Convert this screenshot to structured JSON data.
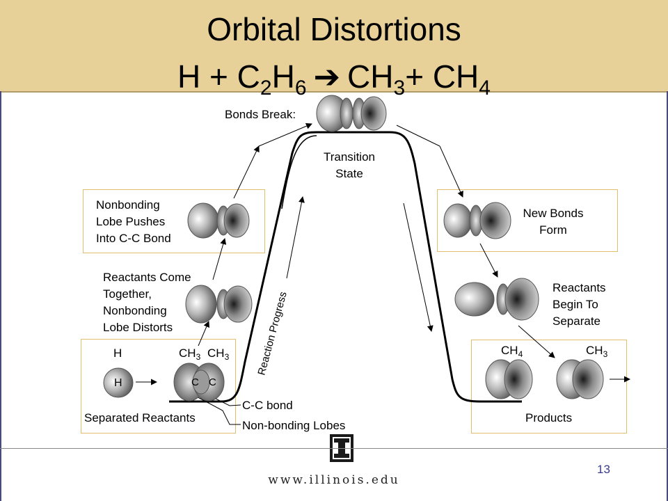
{
  "title": {
    "line1": "Orbital Distortions",
    "eq": {
      "h": "H + C",
      "c_sub": "2",
      "h2": "H",
      "h_sub": "6",
      "arrow": "➔",
      "p1": "CH",
      "p1_sub": "3",
      "plus": "+ CH",
      "p2_sub": "4"
    }
  },
  "labels": {
    "bonds_break": "Bonds Break:",
    "transition_state": "Transition\nState",
    "nonbonding_pushes": "Nonbonding\nLobe Pushes\nInto C-C Bond",
    "reactants_come": "Reactants Come\nTogether,\nNonbonding\nLobe Distorts",
    "new_bonds": "New Bonds\nForm",
    "begin_separate": "Reactants\nBegin To\nSeparate",
    "reaction_progress": "Reaction Progress",
    "h_top": "H",
    "h_atom": "H",
    "ch3_a": "CH",
    "ch3_a_sub": "3",
    "ch3_b": "CH",
    "ch3_b_sub": "3",
    "c1": "C",
    "c2": "C",
    "separated_reactants": "Separated Reactants",
    "cc_bond": "C-C bond",
    "nonbonding_lobes": "Non-bonding Lobes",
    "ch4": "CH",
    "ch4_sub": "4",
    "ch3_prod": "CH",
    "ch3_prod_sub": "3",
    "products": "Products"
  },
  "colors": {
    "header_bg": "#e8d198",
    "box_border": "#e3bd6e",
    "page_number": "#3a3a8a"
  },
  "logo": {
    "glyph": "I",
    "name": "illinois-block-i-logo"
  },
  "footer": {
    "url": "www.illinois.edu",
    "page_number": "13"
  }
}
